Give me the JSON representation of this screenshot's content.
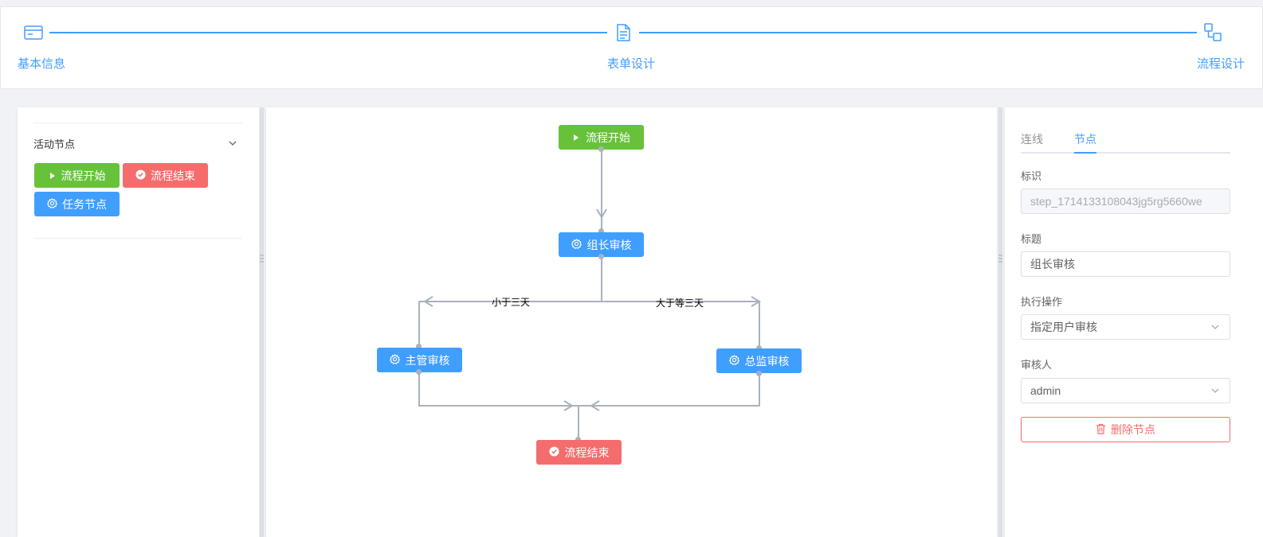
{
  "steps": [
    {
      "icon": "credit-card-icon",
      "title": "基本信息"
    },
    {
      "icon": "document-icon",
      "title": "表单设计"
    },
    {
      "icon": "flow-icon",
      "title": "流程设计"
    }
  ],
  "palette": {
    "group_title": "活动节点",
    "items": [
      {
        "label": "流程开始",
        "icon": "play-icon",
        "color": "#67c23a"
      },
      {
        "label": "流程结束",
        "icon": "check-circle-icon",
        "color": "#f56c6c"
      },
      {
        "label": "任务节点",
        "icon": "gear-icon",
        "color": "#409eff"
      }
    ]
  },
  "flow": {
    "nodes": {
      "start": "流程开始",
      "leader_review": "组长审核",
      "supervisor_review": "主管审核",
      "director_review": "总监审核",
      "end": "流程结束"
    },
    "edge_labels": {
      "less_than_three_days": "小于三天",
      "three_days_or_more": "大于等三天"
    }
  },
  "properties": {
    "tabs": [
      "连线",
      "节点"
    ],
    "active_tab": "节点",
    "id_label": "标识",
    "id_value": "step_1714133108043jg5rg5660we",
    "title_label": "标题",
    "title_value": "组长审核",
    "action_label": "执行操作",
    "action_value": "指定用户审核",
    "reviewer_label": "审核人",
    "reviewer_value": "admin",
    "delete_label": "删除节点"
  },
  "colors": {
    "primary": "#409eff",
    "success": "#67c23a",
    "danger": "#f56c6c"
  }
}
